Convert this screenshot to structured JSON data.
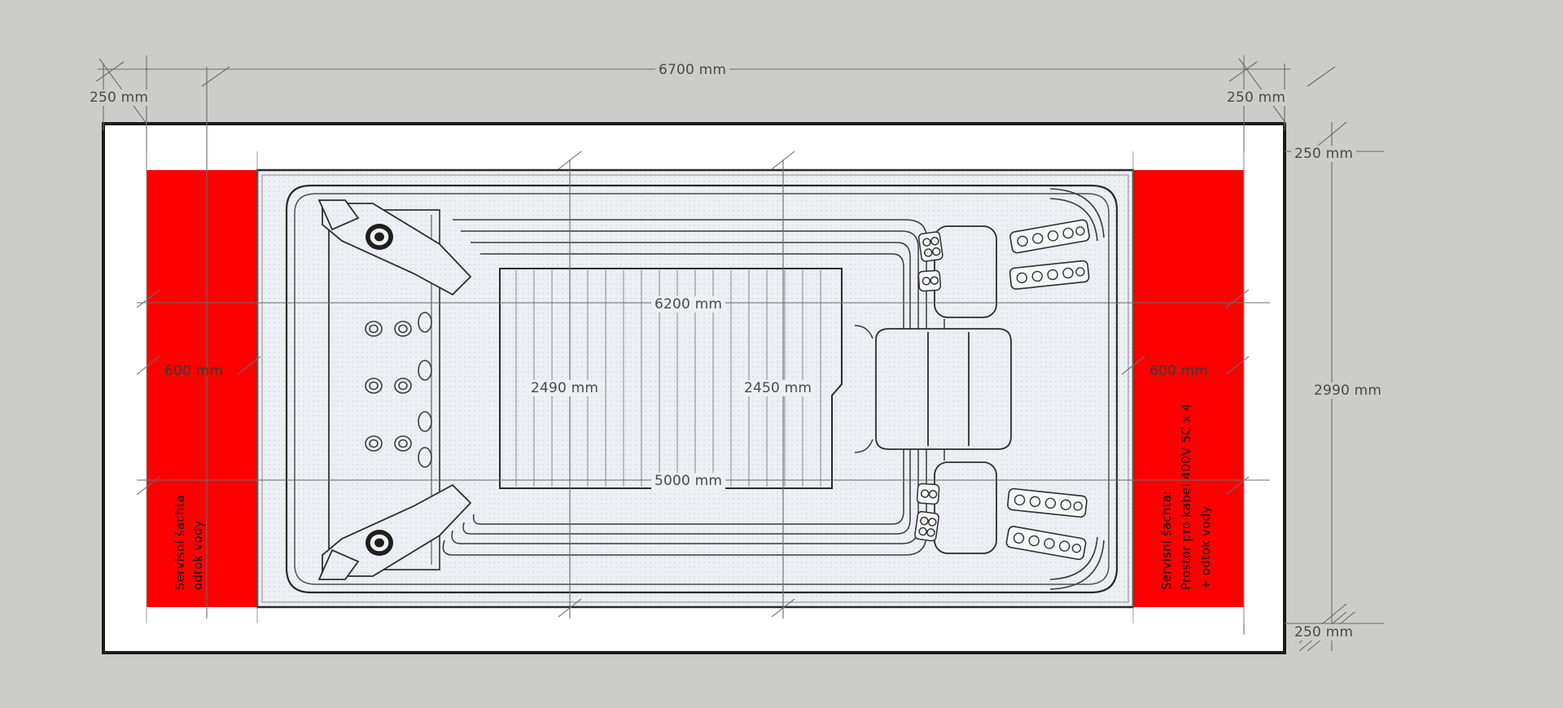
{
  "drawing": {
    "title": "Pool site plan with spa shell",
    "units": "mm",
    "colors": {
      "background": "#ccccca",
      "paper": "#ffffff",
      "service_zone": "#ff0000",
      "pool_fill": "#eceff3",
      "line": "#333333",
      "dim_line": "#6b6b6b",
      "dim_text": "#4a4a4a"
    }
  },
  "dimensions": {
    "overall_width": "6700 mm",
    "overall_height": "2990 mm",
    "inner_length": "6200 mm",
    "inner_length_lower": "5000 mm",
    "left_offset": "250 mm",
    "right_offset": "250 mm",
    "top_offset": "250 mm",
    "bottom_offset": "250 mm",
    "left_zone_width": "600 mm",
    "right_zone_width": "600 mm",
    "segment_left": "2490 mm",
    "segment_right": "2450 mm"
  },
  "annotations": {
    "left_zone": {
      "line1": "Servisní šachta",
      "line2": "odtok vody"
    },
    "right_zone": {
      "line1": "Servisní šachta:",
      "line2": "Prostor pro kabel 400V 5C x 4",
      "line3": "+ odtok vody"
    }
  }
}
